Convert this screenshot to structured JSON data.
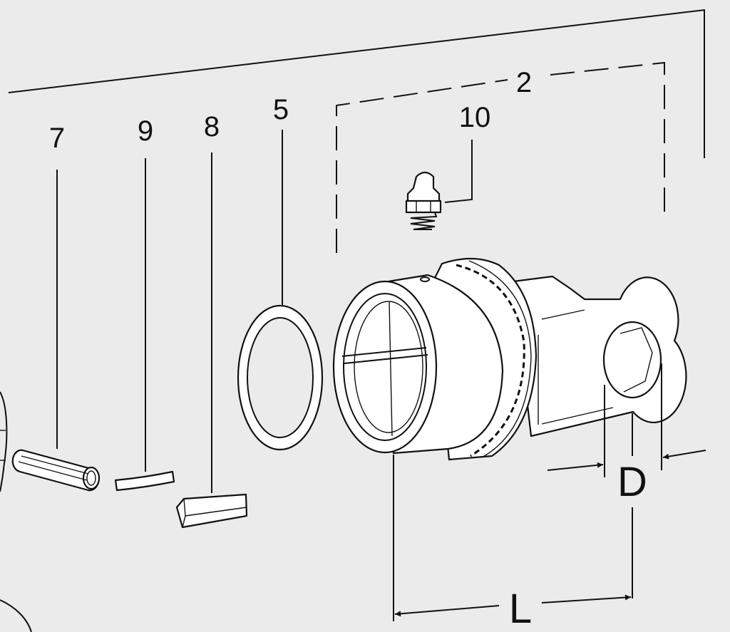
{
  "labels": {
    "part_2": "2",
    "part_5": "5",
    "part_7": "7",
    "part_8": "8",
    "part_9": "9",
    "part_10": "10",
    "dim_d": "D",
    "dim_l": "L"
  },
  "colors": {
    "background": "#ebebeb",
    "line": "#111111",
    "part_fill": "#ffffff"
  }
}
